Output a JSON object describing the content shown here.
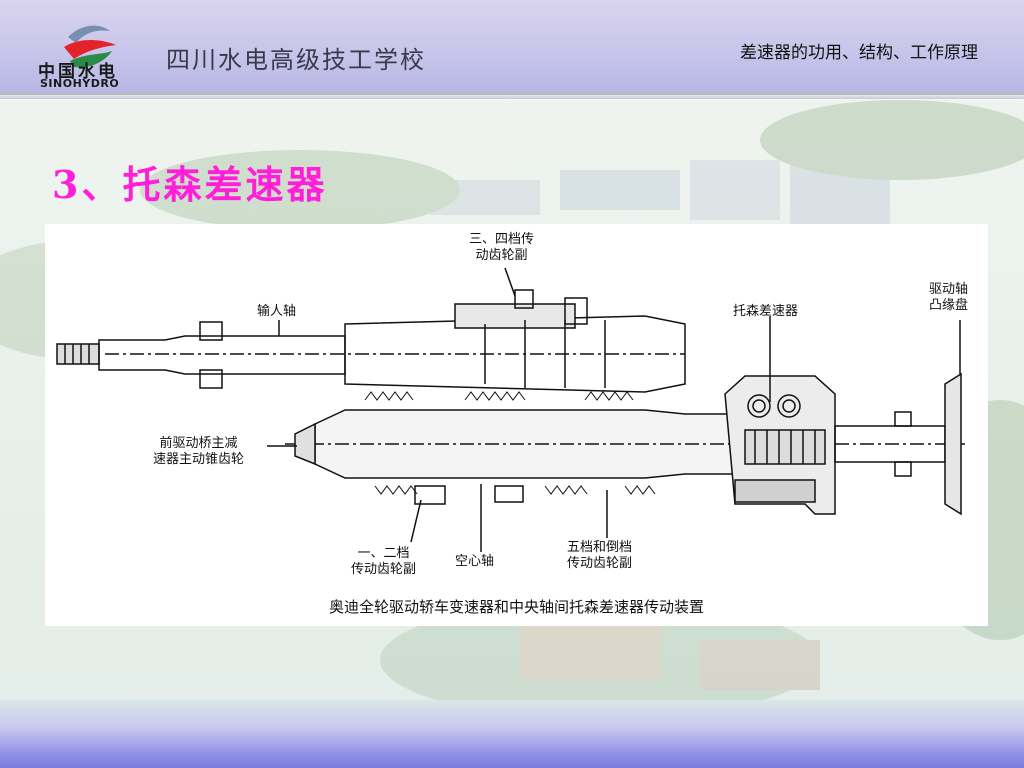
{
  "header": {
    "logo_cn": "中国水电",
    "logo_en": "SINOHYDRO",
    "school_name": "四川水电高级技工学校",
    "topic": "差速器的功用、结构、工作原理"
  },
  "slide": {
    "title": "3、托森差速器"
  },
  "figure": {
    "labels": {
      "gear34": [
        "三、四档传",
        "动齿轮副"
      ],
      "input_shaft": "输人轴",
      "torsen": "托森差速器",
      "drive_flange": [
        "驱动轴",
        "凸缘盘"
      ],
      "front_pinion": [
        "前驱动桥主减",
        "速器主动锥齿轮"
      ],
      "gear12": [
        "一、二档",
        "传动齿轮副"
      ],
      "hollow_shaft": "空心轴",
      "gear5r": [
        "五档和倒档",
        "传动齿轮副"
      ]
    },
    "caption": "奥迪全轮驱动轿车变速器和中央轴间托森差速器传动装置"
  },
  "colors": {
    "title": "#ff1fd8",
    "header_band": "#c6c4ea",
    "footer_band": "#7b7be0"
  }
}
